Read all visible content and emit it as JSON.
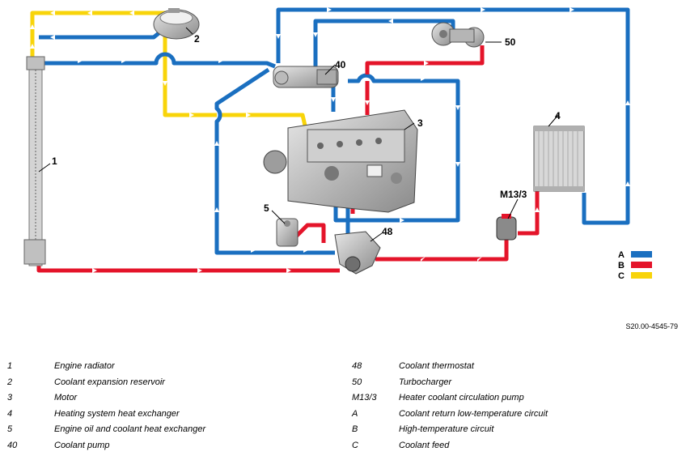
{
  "colors": {
    "A": "#1a6fc0",
    "B": "#e4142a",
    "C": "#f8d40a"
  },
  "callouts": {
    "c1": "1",
    "c2": "2",
    "c3": "3",
    "c4": "4",
    "c5": "5",
    "c40": "40",
    "c48": "48",
    "c50": "50",
    "cM13": "M13/3"
  },
  "legend": [
    {
      "letter": "A",
      "color": "#1a6fc0"
    },
    {
      "letter": "B",
      "color": "#e4142a"
    },
    {
      "letter": "C",
      "color": "#f8d40a"
    }
  ],
  "document_ref": "S20.00-4545-79",
  "key": {
    "left": [
      {
        "id": "1",
        "desc": "Engine radiator"
      },
      {
        "id": "2",
        "desc": "Coolant expansion reservoir"
      },
      {
        "id": "3",
        "desc": "Motor"
      },
      {
        "id": "4",
        "desc": "Heating system heat exchanger"
      },
      {
        "id": "5",
        "desc": "Engine oil and coolant heat exchanger"
      },
      {
        "id": "40",
        "desc": "Coolant pump"
      }
    ],
    "right": [
      {
        "id": "48",
        "desc": "Coolant thermostat"
      },
      {
        "id": "50",
        "desc": "Turbocharger"
      },
      {
        "id": "M13/3",
        "desc": "Heater coolant circulation pump"
      },
      {
        "id": "A",
        "desc": "Coolant return low-temperature circuit"
      },
      {
        "id": "B",
        "desc": "High-temperature circuit"
      },
      {
        "id": "C",
        "desc": "Coolant feed"
      }
    ]
  }
}
